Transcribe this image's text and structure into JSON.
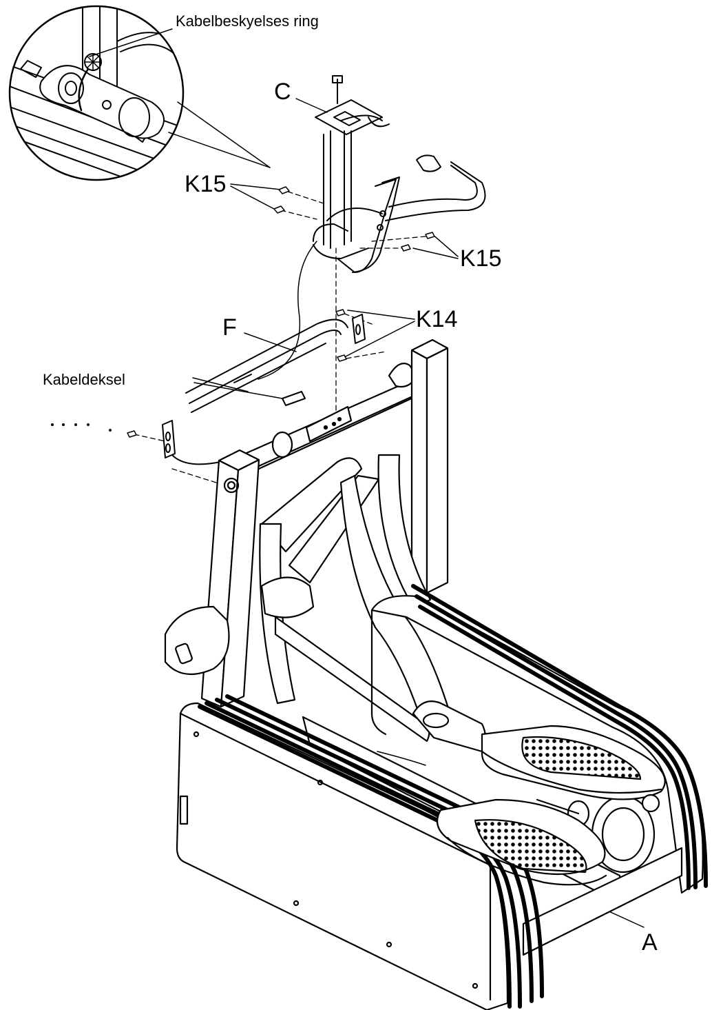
{
  "labels": {
    "cable_ring": "Kabelbeskyelses ring",
    "c": "C",
    "k15_left": "K15",
    "k15_right": "K15",
    "k14": "K14",
    "f": "F",
    "cable_cover": "Kabeldeksel",
    "a": "A"
  },
  "colors": {
    "ink": "#000000",
    "paper": "#ffffff",
    "gray": "#bdbdbd"
  }
}
